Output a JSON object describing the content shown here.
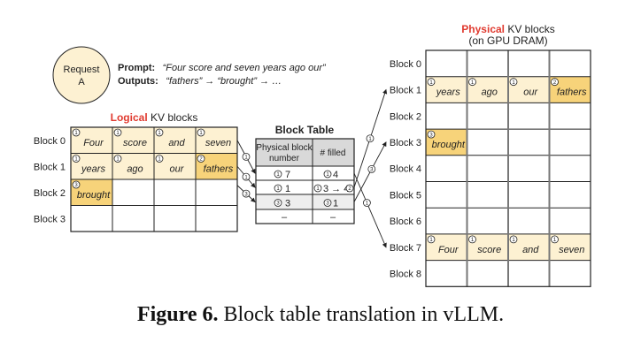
{
  "request": {
    "label_line1": "Request",
    "label_line2": "A",
    "prompt_label": "Prompt:",
    "prompt_text": "“Four score and seven years ago our”",
    "outputs_label": "Outputs:",
    "outputs_text": "“fathers” → “brought” → …"
  },
  "logical": {
    "title_highlight": "Logical",
    "title_rest": " KV blocks",
    "rows": [
      {
        "label": "Block 0",
        "cells": [
          {
            "text": "Four",
            "step": "1",
            "state": "filled"
          },
          {
            "text": "score",
            "step": "1",
            "state": "filled"
          },
          {
            "text": "and",
            "step": "1",
            "state": "filled"
          },
          {
            "text": "seven",
            "step": "1",
            "state": "filled"
          }
        ]
      },
      {
        "label": "Block 1",
        "cells": [
          {
            "text": "years",
            "step": "1",
            "state": "filled"
          },
          {
            "text": "ago",
            "step": "1",
            "state": "filled"
          },
          {
            "text": "our",
            "step": "1",
            "state": "filled"
          },
          {
            "text": "fathers",
            "step": "2",
            "state": "new"
          }
        ]
      },
      {
        "label": "Block 2",
        "cells": [
          {
            "text": "brought",
            "step": "3",
            "state": "new"
          },
          {
            "text": "",
            "step": "",
            "state": "empty"
          },
          {
            "text": "",
            "step": "",
            "state": "empty"
          },
          {
            "text": "",
            "step": "",
            "state": "empty"
          }
        ]
      },
      {
        "label": "Block 3",
        "cells": [
          {
            "text": "",
            "step": "",
            "state": "empty"
          },
          {
            "text": "",
            "step": "",
            "state": "empty"
          },
          {
            "text": "",
            "step": "",
            "state": "empty"
          },
          {
            "text": "",
            "step": "",
            "state": "empty"
          }
        ]
      }
    ]
  },
  "block_table": {
    "title": "Block Table",
    "col1_header_line1": "Physical block",
    "col1_header_line2": "number",
    "col2_header": "# filled",
    "rows": [
      {
        "physical": "7",
        "physical_step": "1",
        "filled": "4",
        "filled_step": "1",
        "filled_update": "",
        "filled_update_step": ""
      },
      {
        "physical": "1",
        "physical_step": "1",
        "filled": "3",
        "filled_step": "1",
        "filled_update": "4",
        "filled_update_step": "2"
      },
      {
        "physical": "3",
        "physical_step": "3",
        "filled": "1",
        "filled_step": "3",
        "filled_update": "",
        "filled_update_step": ""
      },
      {
        "physical": "–",
        "physical_step": "",
        "filled": "–",
        "filled_step": "",
        "filled_update": "",
        "filled_update_step": ""
      }
    ]
  },
  "physical": {
    "title_highlight": "Physical",
    "title_rest": " KV blocks",
    "subtitle": "(on GPU DRAM)",
    "rows": [
      {
        "label": "Block 0",
        "cells": [
          {
            "text": "",
            "step": "",
            "state": "empty"
          },
          {
            "text": "",
            "step": "",
            "state": "empty"
          },
          {
            "text": "",
            "step": "",
            "state": "empty"
          },
          {
            "text": "",
            "step": "",
            "state": "empty"
          }
        ]
      },
      {
        "label": "Block 1",
        "cells": [
          {
            "text": "years",
            "step": "1",
            "state": "filled"
          },
          {
            "text": "ago",
            "step": "1",
            "state": "filled"
          },
          {
            "text": "our",
            "step": "1",
            "state": "filled"
          },
          {
            "text": "fathers",
            "step": "2",
            "state": "new"
          }
        ]
      },
      {
        "label": "Block 2",
        "cells": [
          {
            "text": "",
            "step": "",
            "state": "empty"
          },
          {
            "text": "",
            "step": "",
            "state": "empty"
          },
          {
            "text": "",
            "step": "",
            "state": "empty"
          },
          {
            "text": "",
            "step": "",
            "state": "empty"
          }
        ]
      },
      {
        "label": "Block 3",
        "cells": [
          {
            "text": "brought",
            "step": "3",
            "state": "new"
          },
          {
            "text": "",
            "step": "",
            "state": "empty"
          },
          {
            "text": "",
            "step": "",
            "state": "empty"
          },
          {
            "text": "",
            "step": "",
            "state": "empty"
          }
        ]
      },
      {
        "label": "Block 4",
        "cells": [
          {
            "text": "",
            "step": "",
            "state": "empty"
          },
          {
            "text": "",
            "step": "",
            "state": "empty"
          },
          {
            "text": "",
            "step": "",
            "state": "empty"
          },
          {
            "text": "",
            "step": "",
            "state": "empty"
          }
        ]
      },
      {
        "label": "Block 5",
        "cells": [
          {
            "text": "",
            "step": "",
            "state": "empty"
          },
          {
            "text": "",
            "step": "",
            "state": "empty"
          },
          {
            "text": "",
            "step": "",
            "state": "empty"
          },
          {
            "text": "",
            "step": "",
            "state": "empty"
          }
        ]
      },
      {
        "label": "Block 6",
        "cells": [
          {
            "text": "",
            "step": "",
            "state": "empty"
          },
          {
            "text": "",
            "step": "",
            "state": "empty"
          },
          {
            "text": "",
            "step": "",
            "state": "empty"
          },
          {
            "text": "",
            "step": "",
            "state": "empty"
          }
        ]
      },
      {
        "label": "Block 7",
        "cells": [
          {
            "text": "Four",
            "step": "1",
            "state": "filled"
          },
          {
            "text": "score",
            "step": "1",
            "state": "filled"
          },
          {
            "text": "and",
            "step": "1",
            "state": "filled"
          },
          {
            "text": "seven",
            "step": "1",
            "state": "filled"
          }
        ]
      },
      {
        "label": "Block 8",
        "cells": [
          {
            "text": "",
            "step": "",
            "state": "empty"
          },
          {
            "text": "",
            "step": "",
            "state": "empty"
          },
          {
            "text": "",
            "step": "",
            "state": "empty"
          },
          {
            "text": "",
            "step": "",
            "state": "empty"
          }
        ]
      }
    ]
  },
  "mappings": {
    "logical_to_table": [
      {
        "from_logical_block": 0,
        "to_table_row": 0,
        "step": "1"
      },
      {
        "from_logical_block": 1,
        "to_table_row": 1,
        "step": "1"
      },
      {
        "from_logical_block": 2,
        "to_table_row": 2,
        "step": "3"
      }
    ],
    "table_to_physical": [
      {
        "from_table_row": 0,
        "to_physical_block": 7,
        "step": "1"
      },
      {
        "from_table_row": 1,
        "to_physical_block": 1,
        "step": "1"
      },
      {
        "from_table_row": 2,
        "to_physical_block": 3,
        "step": "3"
      }
    ]
  },
  "colors": {
    "filled": "#fdf1d2",
    "new": "#f7d37a",
    "empty": "#ffffff",
    "circle_fill": "#fdf1d2",
    "table_header": "#d9d9d9",
    "table_shaded_row": "#eeeeee",
    "highlight_red": "#e03a2f"
  },
  "caption": {
    "label": "Figure 6.",
    "text": " Block table translation in vLLM."
  }
}
